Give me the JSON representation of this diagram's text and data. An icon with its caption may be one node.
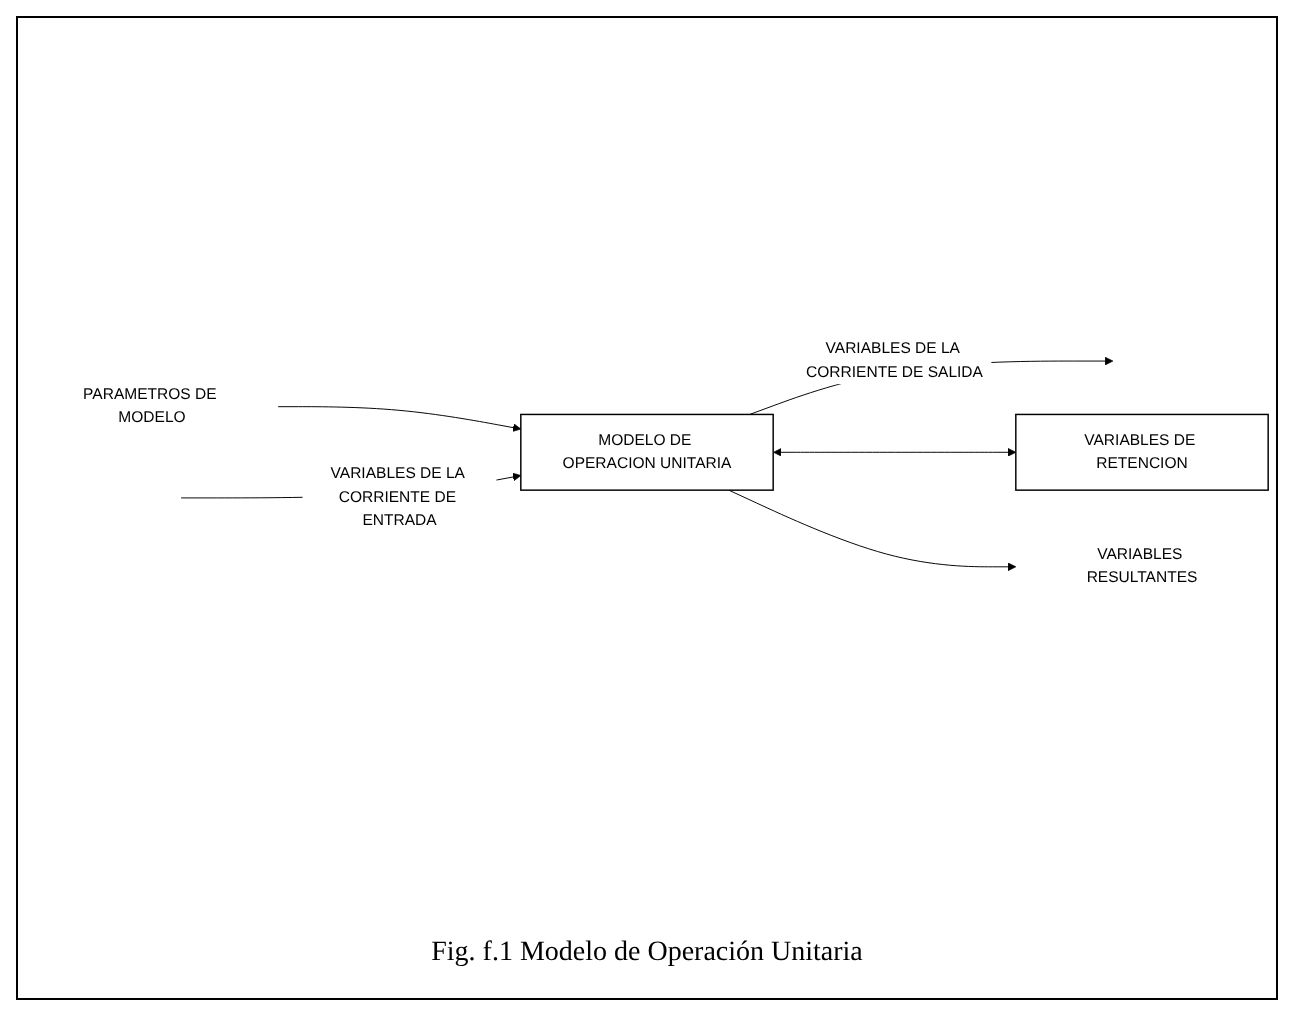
{
  "diagram": {
    "caption": "Fig. f.1 Modelo de Operación Unitaria",
    "nodes": [
      {
        "text": [
          "PARAMETROS DE MODELO"
        ]
      },
      {
        "text": [
          "MODELO DE OPERACION UNITARIA"
        ]
      },
      {
        "text": [
          "VARIABLES DE RETENCION"
        ]
      },
      {
        "text": [
          "VARIABLES RESULTANTES"
        ]
      }
    ],
    "edges": [
      {
        "from": 0,
        "to": 1,
        "arrow": "to"
      },
      {
        "from": null,
        "to": 1,
        "arrow": "to",
        "label": "VARIABLES DE LA CORRIENTE DE ENTRADA"
      },
      {
        "from": 1,
        "to": null,
        "arrow": "to",
        "label": "VARIABLES DE LA CORRIENTE DE SALIDA"
      },
      {
        "from": 1,
        "to": 2,
        "arrow": "both"
      },
      {
        "from": 1,
        "to": 3,
        "arrow": "to"
      }
    ]
  }
}
